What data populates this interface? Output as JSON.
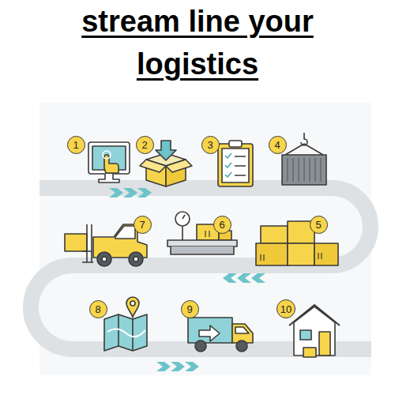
{
  "diagram": {
    "title": "stream line your logistics",
    "nodes": [
      {
        "text": [
          "1"
        ]
      },
      {
        "text": [
          "2"
        ]
      },
      {
        "text": [
          "3"
        ]
      },
      {
        "text": [
          "4"
        ]
      },
      {
        "text": [
          "5"
        ]
      },
      {
        "text": [
          "6"
        ]
      },
      {
        "text": [
          "7"
        ]
      },
      {
        "text": [
          "8"
        ]
      },
      {
        "text": [
          "9"
        ]
      },
      {
        "text": [
          "10"
        ]
      }
    ]
  }
}
